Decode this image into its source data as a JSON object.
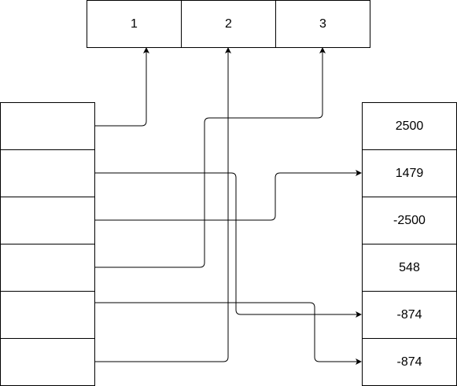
{
  "top_array": {
    "cells": [
      "1",
      "2",
      "3"
    ]
  },
  "left_array": {
    "cells": [
      "",
      "",
      "",
      "",
      "",
      ""
    ]
  },
  "right_array": {
    "cells": [
      "2500",
      "1479",
      "-2500",
      "548",
      "-874",
      "-874"
    ]
  },
  "connections": [
    {
      "from": "left.0",
      "to": "top.0"
    },
    {
      "from": "left.1",
      "to": "right.4"
    },
    {
      "from": "left.2",
      "to": "right.1"
    },
    {
      "from": "left.3",
      "to": "top.2"
    },
    {
      "from": "left.4",
      "to": "right.5"
    },
    {
      "from": "left.5",
      "to": "top.1"
    }
  ],
  "colors": {
    "stroke": "#000000",
    "fill": "#ffffff",
    "text": "#000000"
  }
}
